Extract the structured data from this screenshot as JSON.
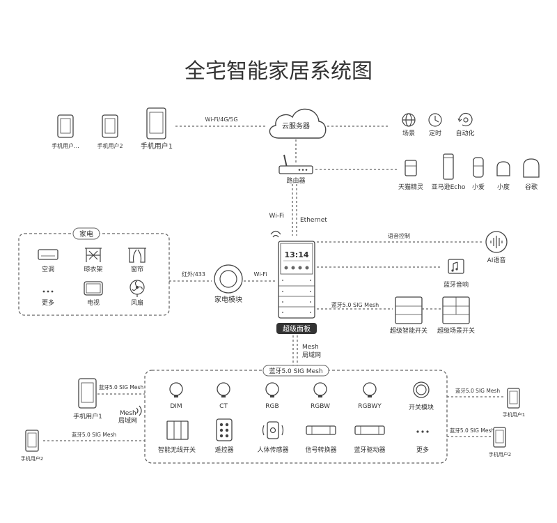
{
  "title": "全宅智能家居系统图",
  "phones_top": {
    "phone1": "手机用户1",
    "phone2": "手机用户2",
    "phone3": "手机用户..."
  },
  "cloud": {
    "label": "云服务器",
    "link_label": "Wi-Fi/4G/5G"
  },
  "cloud_features": [
    {
      "label": "场景",
      "icon": "globe-icon"
    },
    {
      "label": "定时",
      "icon": "clock-icon"
    },
    {
      "label": "自动化",
      "icon": "automation-icon"
    }
  ],
  "router": {
    "label": "路由器",
    "wifi_label": "Wi-Fi",
    "ethernet_label": "Ethernet"
  },
  "speakers": [
    {
      "label": "天猫精灵"
    },
    {
      "label": "亚马逊Echo"
    },
    {
      "label": "小爱"
    },
    {
      "label": "小度"
    },
    {
      "label": "谷歌"
    }
  ],
  "appliances": {
    "title": "家电",
    "items": [
      {
        "label": "空调",
        "icon": "air-conditioner-icon"
      },
      {
        "label": "晾衣架",
        "icon": "clothes-rack-icon"
      },
      {
        "label": "窗帘",
        "icon": "curtain-icon"
      },
      {
        "label": "更多",
        "icon": "more-icon"
      },
      {
        "label": "电视",
        "icon": "tv-icon"
      },
      {
        "label": "风扇",
        "icon": "fan-icon"
      }
    ]
  },
  "appliance_module": {
    "label": "家电模块",
    "ir_label": "红外/433",
    "wifi_label": "Wi-Fi"
  },
  "panel": {
    "label": "超级面板",
    "time": "13:14"
  },
  "voice": {
    "link_label": "语音控制",
    "label": "AI语音"
  },
  "bt_speaker": {
    "label": "蓝牙音响"
  },
  "switches": {
    "link_label": "蓝牙5.0 SIG Mesh",
    "smart_switch": "超级智能开关",
    "scene_switch": "超级场景开关"
  },
  "mesh_link": {
    "line1": "Mesh",
    "line2": "局域网"
  },
  "mesh": {
    "title": "蓝牙5.0 SIG Mesh",
    "row1": [
      {
        "label": "DIM"
      },
      {
        "label": "CT"
      },
      {
        "label": "RGB"
      },
      {
        "label": "RGBW"
      },
      {
        "label": "RGBWY"
      },
      {
        "label": "开关模块"
      }
    ],
    "row2": [
      {
        "label": "智能无线开关"
      },
      {
        "label": "遥控器"
      },
      {
        "label": "人体传感器"
      },
      {
        "label": "信号转换器"
      },
      {
        "label": "蓝牙驱动器"
      },
      {
        "label": "更多"
      }
    ]
  },
  "bottom_left": {
    "phone1": "手机用户1",
    "phone2": "手机用户2",
    "mesh_label": "蓝牙5.0 SIG Mesh",
    "mesh_text1": "Mesh",
    "mesh_text2": "局域网"
  },
  "bottom_right": {
    "phone1": "手机用户1",
    "phone2": "手机用户2",
    "mesh_label": "蓝牙5.0 SIG Mesh"
  }
}
